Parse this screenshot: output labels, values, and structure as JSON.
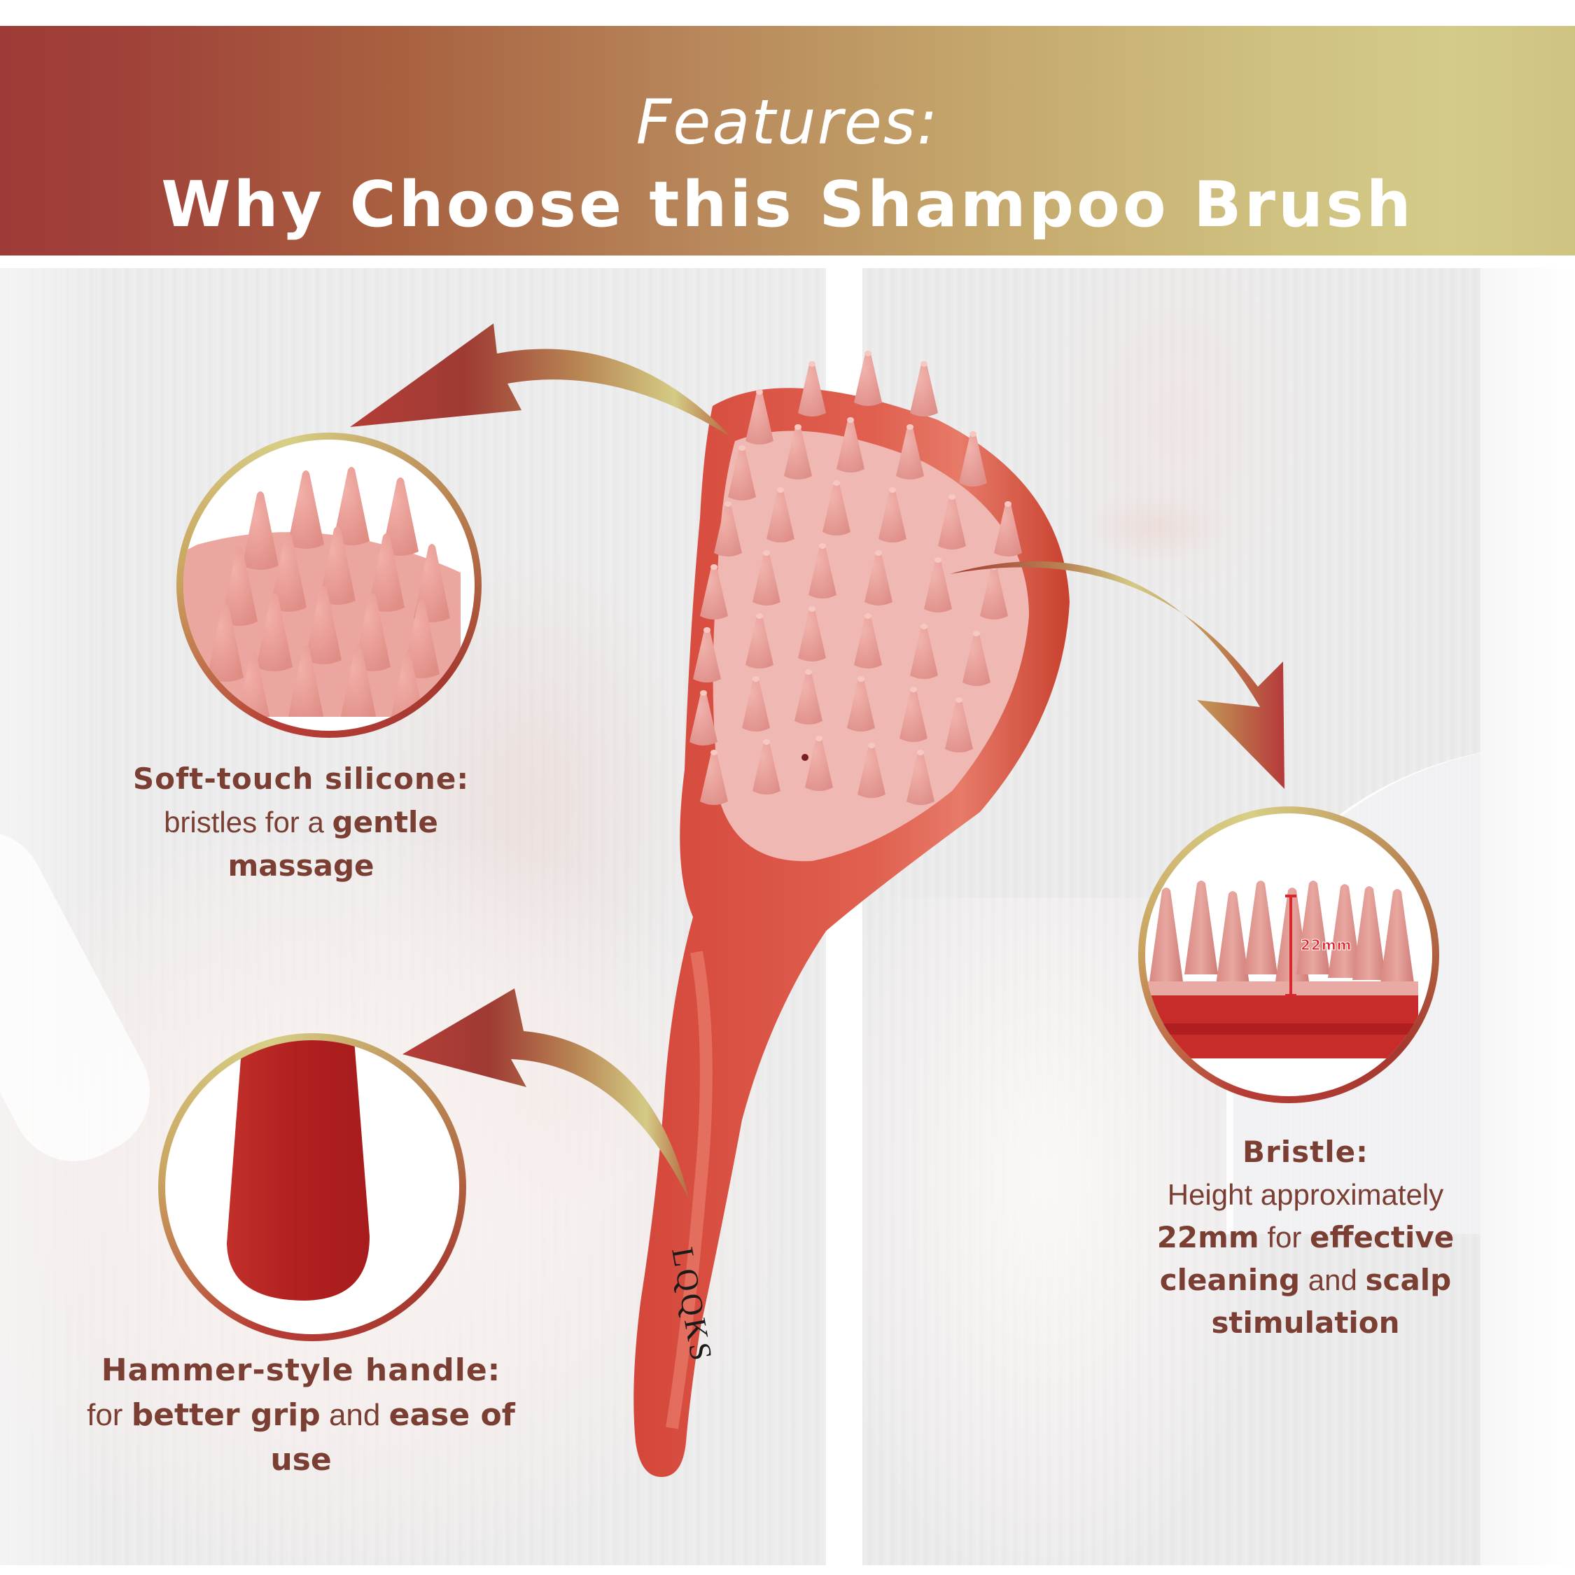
{
  "banner": {
    "title": "Features:",
    "subtitle": "Why Choose this Shampoo Brush",
    "gradient_colors": [
      "#9e3b38",
      "#b8885b",
      "#d4cb88"
    ]
  },
  "product": {
    "brand_logo": "LQQKS",
    "body_color": "#d9503f",
    "bristle_color": "#e59a96",
    "pad_color": "#efb8b4"
  },
  "callouts": {
    "silicone": {
      "icon": "bristle-closeup-image",
      "heading": "Soft-touch silicone:",
      "body_parts": [
        "bristles for a ",
        "gentle",
        " massage"
      ]
    },
    "handle": {
      "icon": "handle-closeup-image",
      "heading": "Hammer-style handle:",
      "body_parts": [
        "for ",
        "better grip",
        " and ",
        "ease of",
        " use"
      ]
    },
    "bristle": {
      "icon": "bristle-side-closeup-image",
      "measure_label": "22mm",
      "heading": "Bristle:",
      "body_parts": [
        "Height approximately ",
        "22mm",
        " for ",
        "effective",
        " ",
        "cleaning",
        " and ",
        "scalp",
        " ",
        "stimulation"
      ]
    }
  },
  "colors": {
    "text": "#7a3e33",
    "accent_red": "#a5392f",
    "accent_gold": "#d7cf86",
    "measure_red": "#e21f26"
  }
}
